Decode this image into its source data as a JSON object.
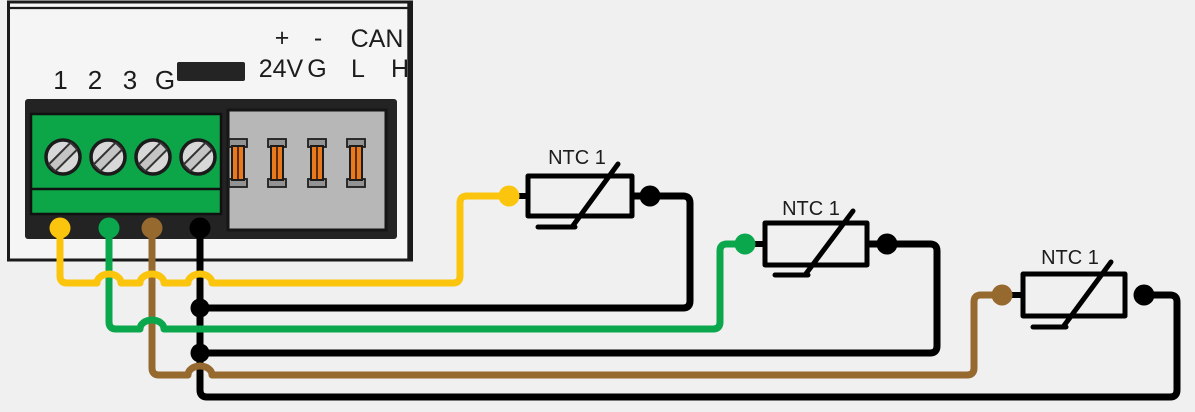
{
  "panel": {
    "analog_inputs": [
      "1",
      "2",
      "3",
      "G"
    ],
    "power": {
      "plus_sign": "+",
      "minus_sign": "-",
      "label_24v": "24V",
      "label_g": "G"
    },
    "can": {
      "label": "CAN",
      "l": "L",
      "h": "H"
    }
  },
  "sensors": [
    {
      "label": "NTC 1"
    },
    {
      "label": "NTC 1"
    },
    {
      "label": "NTC 1"
    }
  ],
  "colors": {
    "wire_yellow": "#FBC40D",
    "wire_green": "#0AA74D",
    "wire_brown": "#96692F",
    "wire_black": "#000000",
    "terminal_block_green": "#0CA648",
    "contact_orange": "#E8791C",
    "housing_black": "#232323",
    "connector_gray": "#B7B7B7"
  }
}
